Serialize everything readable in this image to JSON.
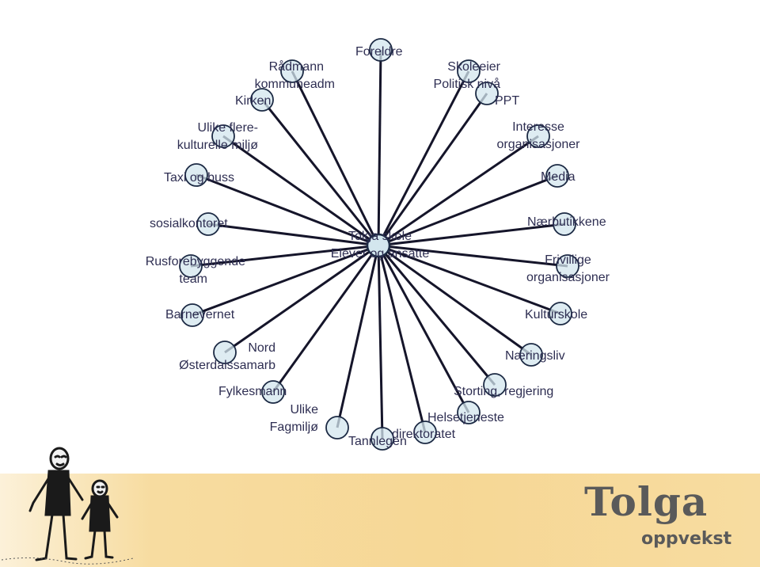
{
  "center": {
    "lines": [
      "Tolga skole",
      "Elever og ansatte"
    ]
  },
  "nodes": [
    {
      "id": "foreldre",
      "lines": [
        "Foreldre"
      ]
    },
    {
      "id": "skoleeier",
      "lines": [
        "Skoleeier",
        "Politisk nivå"
      ]
    },
    {
      "id": "ppt",
      "lines": [
        "PPT"
      ]
    },
    {
      "id": "interesse",
      "lines": [
        "Interesse",
        "organisasjoner"
      ]
    },
    {
      "id": "media",
      "lines": [
        "Media"
      ]
    },
    {
      "id": "naerbutikkene",
      "lines": [
        "Nærbutikkene"
      ]
    },
    {
      "id": "frivillige",
      "lines": [
        "Frivillige",
        "organisasjoner"
      ]
    },
    {
      "id": "kulturskole",
      "lines": [
        "Kulturskole"
      ]
    },
    {
      "id": "naeringsliv",
      "lines": [
        "Næringsliv"
      ]
    },
    {
      "id": "storting",
      "lines": [
        "Storting, regjering"
      ]
    },
    {
      "id": "helsetjeneste",
      "lines": [
        "Helsetjeneste"
      ]
    },
    {
      "id": "direktoratet",
      "lines": [
        "direktoratet"
      ]
    },
    {
      "id": "tannlegen",
      "lines": [
        "Tannlegen"
      ]
    },
    {
      "id": "ulike-fagmiljo",
      "lines": [
        "Ulike",
        "Fagmiljø"
      ]
    },
    {
      "id": "fylkesmann",
      "lines": [
        "Fylkesmann"
      ]
    },
    {
      "id": "nord-osterdal",
      "lines": [
        "Nord",
        "Østerdalssamarb"
      ]
    },
    {
      "id": "barnevernet",
      "lines": [
        "Barnevernet"
      ]
    },
    {
      "id": "rusforebyggende",
      "lines": [
        "Rusforebyggende",
        "team"
      ]
    },
    {
      "id": "sosialkontoret",
      "lines": [
        "sosialkontoret"
      ]
    },
    {
      "id": "taxi-og-buss",
      "lines": [
        "Taxi og buss"
      ]
    },
    {
      "id": "ulike-flerekulturelle",
      "lines": [
        "Ulike flere-",
        "kulturelle miljø"
      ]
    },
    {
      "id": "kirken",
      "lines": [
        "Kirken"
      ]
    },
    {
      "id": "radmann",
      "lines": [
        "Rådmann",
        "kommuneadm"
      ]
    }
  ],
  "logo": {
    "title": "Tolga",
    "subtitle": "oppvekst"
  },
  "colors": {
    "node_fill": "#d3e6ee",
    "node_stroke": "#1c2a44",
    "spoke": "#15152a",
    "text": "#2e2e52",
    "footer_band": "#f7dca0"
  }
}
